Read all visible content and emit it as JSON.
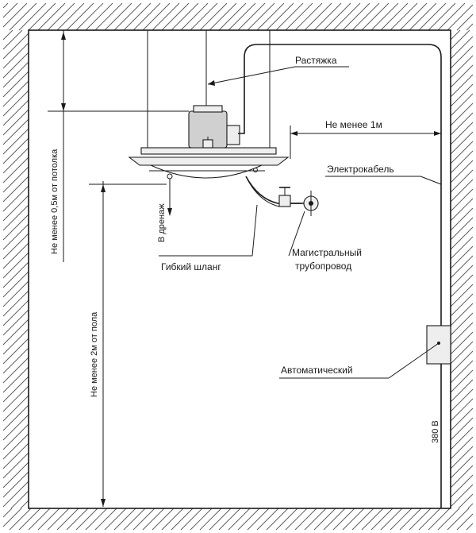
{
  "labels": {
    "stretch": "Растяжка",
    "min_1m": "Не менее 1м",
    "cable": "Электрокабель",
    "min_05m_ceiling": "Не менее 0,5м от потолка",
    "drain": "В дренаж",
    "hose": "Гибкий шланг",
    "pipeline_line1": "Магистральный",
    "pipeline_line2": "трубопровод",
    "min_2m_floor": "Не менее 2м от пола",
    "automatic": "Автоматический",
    "voltage": "380 В"
  },
  "icons": [
    "wall-hatching",
    "ceiling-hatching",
    "floor-hatching",
    "air-heater-unit",
    "motor",
    "valve",
    "pipe-flange",
    "automatic-switch-box"
  ]
}
